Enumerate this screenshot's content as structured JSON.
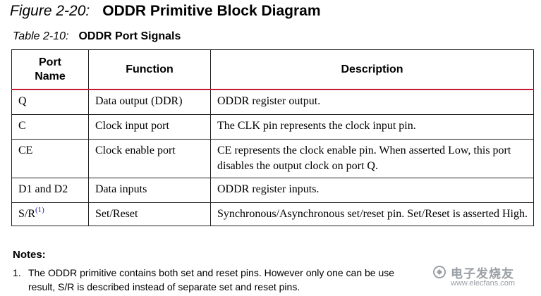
{
  "figure": {
    "number": "Figure 2-20:",
    "title": "ODDR Primitive Block Diagram"
  },
  "table": {
    "number": "Table 2-10:",
    "title": "ODDR Port Signals",
    "headers": {
      "port_line1": "Port",
      "port_line2": "Name",
      "function": "Function",
      "description": "Description"
    },
    "rows": [
      {
        "port": "Q",
        "function": "Data output (DDR)",
        "description": "ODDR register output."
      },
      {
        "port": "C",
        "function": "Clock input port",
        "description": "The CLK pin represents the clock input pin."
      },
      {
        "port": "CE",
        "function": "Clock enable port",
        "description": "CE represents the clock enable pin. When asserted Low, this port disables the output clock on port Q."
      },
      {
        "port": "D1 and D2",
        "function": "Data inputs",
        "description": "ODDR register inputs."
      },
      {
        "port": "S/R",
        "port_ref": "(1)",
        "function": "Set/Reset",
        "description": "Synchronous/Asynchronous set/reset pin. Set/Reset is asserted High."
      }
    ]
  },
  "notes": {
    "heading": "Notes:",
    "items": [
      {
        "num": "1.",
        "line1": "The ODDR primitive contains both set and reset pins. However only one can be use",
        "line2": "result, S/R is described instead of separate set and reset pins."
      }
    ]
  },
  "watermark": {
    "text": "电子发烧友",
    "url": "www.elecfans.com"
  },
  "colors": {
    "header_rule": "#c41a32",
    "footnote_ref": "#1a1aa6"
  }
}
